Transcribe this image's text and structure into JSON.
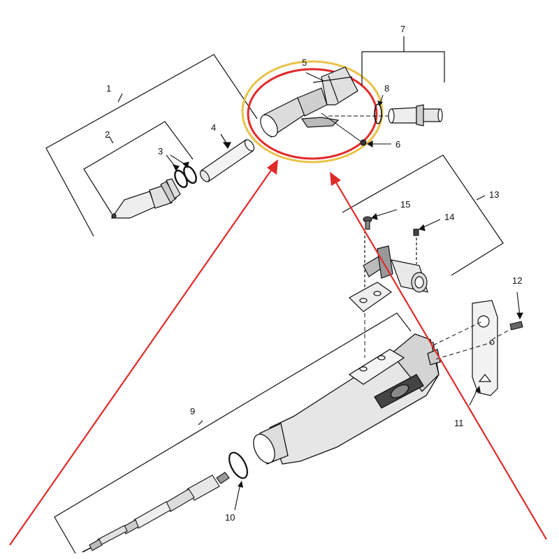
{
  "labels": {
    "l1": "1",
    "l2": "2",
    "l3": "3",
    "l4": "4",
    "l5": "5",
    "l6": "6",
    "l7": "7",
    "l8": "8",
    "l9": "9",
    "l10": "10",
    "l11": "11",
    "l12": "12",
    "l13": "13",
    "l14": "14",
    "l15": "15"
  },
  "colors": {
    "line": "#111111",
    "arrow": "#e02a2a",
    "highlight_outer": "#e8c24a",
    "highlight_inner": "#e02a2a"
  }
}
